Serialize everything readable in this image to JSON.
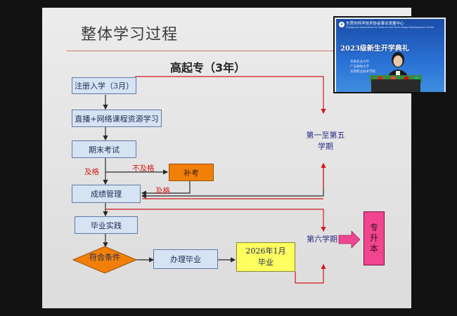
{
  "slide": {
    "title": "整体学习过程",
    "flow_title": "高起专（3年）",
    "steps": {
      "enroll": "注册入学（3月）",
      "study": "直播+网络课程资源学习",
      "exam": "期末考试",
      "makeup": "补考",
      "grades": "成绩管理",
      "practice": "毕业实践",
      "eligible": "符合条件",
      "graduate_process": "办理毕业",
      "graduate_date_line1": "2026年1月",
      "graduate_date_line2": "毕业"
    },
    "labels": {
      "pass": "及格",
      "fail": "不及格",
      "pass2": "及格"
    },
    "semesters": {
      "one_to_five_line1": "第一至第五",
      "one_to_five_line2": "学期",
      "sixth": "第六学期"
    },
    "upgrade": [
      "专",
      "升",
      "本"
    ]
  },
  "webcam": {
    "org_name": "东莞市科学技术协会事业发展中心",
    "org_name_en": "Dongguan Association for Science and Technology Development Center",
    "event_title": "2023级新生开学典礼",
    "universities": [
      "华南农业大学",
      "广东财经大学",
      "东莞职业技术学院"
    ]
  },
  "colors": {
    "blue_box": "#d6e3f3",
    "orange_box": "#f08008",
    "yellow_box": "#ffff60",
    "pink_box": "#f24590",
    "red_line": "#d11a1a",
    "dark_line": "#2a2a2a"
  }
}
